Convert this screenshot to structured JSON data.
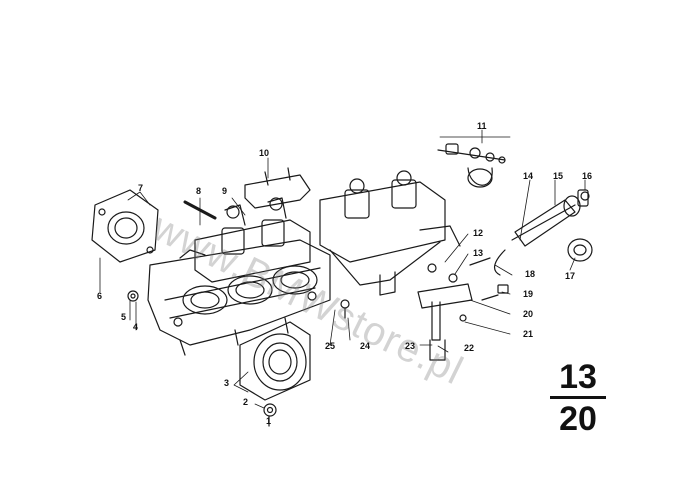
{
  "watermark": "www.BMWstore.pl",
  "callouts": [
    {
      "id": "c1",
      "text": "1"
    },
    {
      "id": "c2",
      "text": "2"
    },
    {
      "id": "c3",
      "text": "3"
    },
    {
      "id": "c4",
      "text": "4"
    },
    {
      "id": "c5",
      "text": "5"
    },
    {
      "id": "c6",
      "text": "6"
    },
    {
      "id": "c7",
      "text": "7"
    },
    {
      "id": "c8",
      "text": "8"
    },
    {
      "id": "c9",
      "text": "9"
    },
    {
      "id": "c10",
      "text": "10"
    },
    {
      "id": "c11",
      "text": "11"
    },
    {
      "id": "c12",
      "text": "12"
    },
    {
      "id": "c13",
      "text": "13"
    },
    {
      "id": "c14",
      "text": "14"
    },
    {
      "id": "c15",
      "text": "15"
    },
    {
      "id": "c16",
      "text": "16"
    },
    {
      "id": "c17",
      "text": "17"
    },
    {
      "id": "c18",
      "text": "18"
    },
    {
      "id": "c19",
      "text": "19"
    },
    {
      "id": "c20",
      "text": "20"
    },
    {
      "id": "c21",
      "text": "21"
    },
    {
      "id": "c22",
      "text": "22"
    },
    {
      "id": "c23",
      "text": "23"
    },
    {
      "id": "c24",
      "text": "24"
    },
    {
      "id": "c25",
      "text": "25"
    }
  ],
  "group_code": {
    "top": "13",
    "bottom": "20"
  }
}
